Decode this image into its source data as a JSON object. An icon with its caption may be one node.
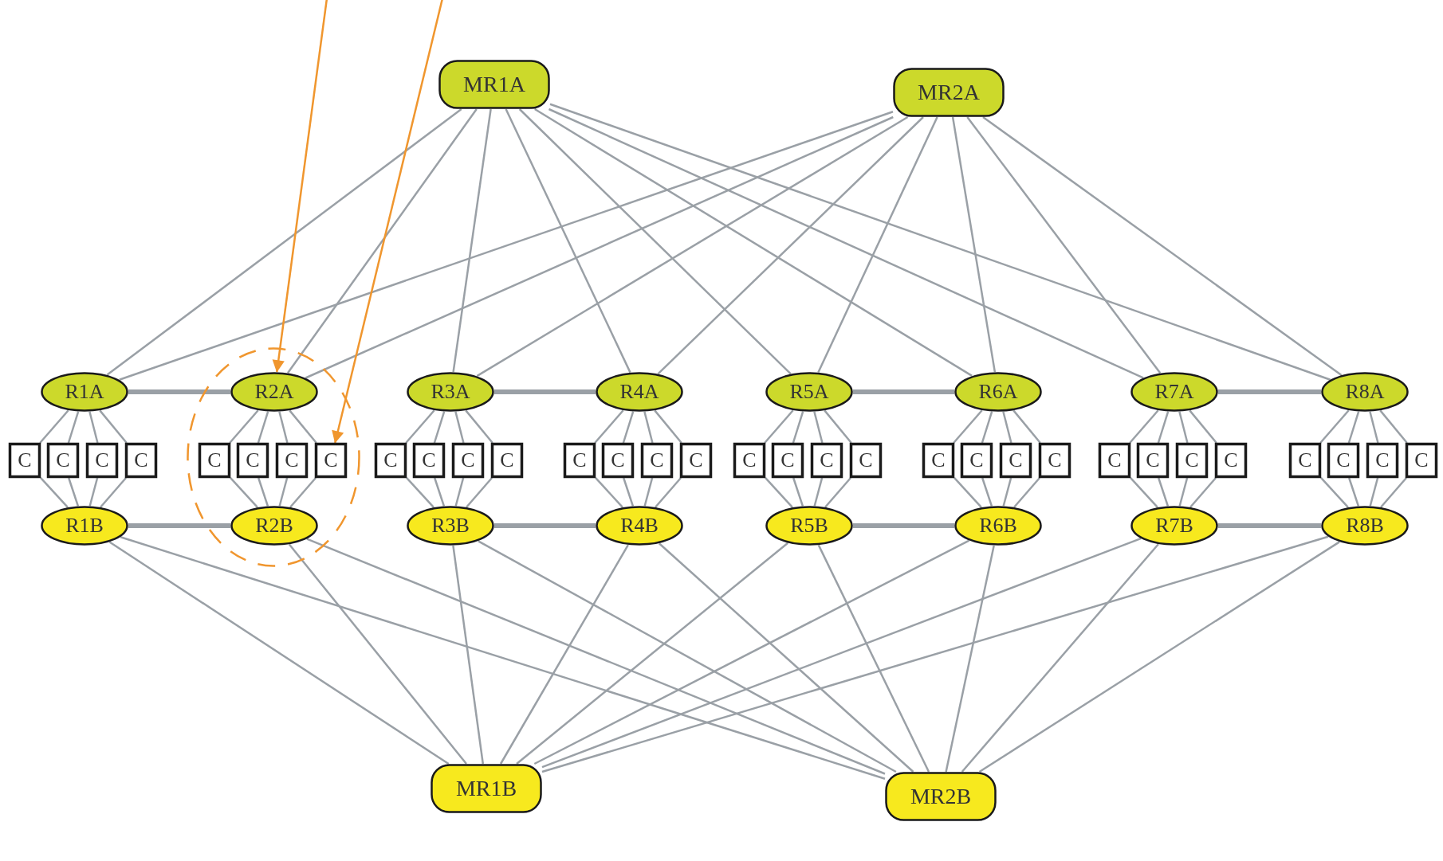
{
  "diagram": {
    "nodes": [
      {
        "text": [
          "MR1A"
        ]
      },
      {
        "text": [
          "MR2A"
        ]
      },
      {
        "text": [
          "R1A"
        ]
      },
      {
        "text": [],
        "shape": "circle"
      },
      {
        "text": [
          "R2A"
        ],
        "in": 3
      },
      {
        "text": [
          "R3A"
        ]
      },
      {
        "text": [
          "R4A"
        ]
      },
      {
        "text": [
          "R5A"
        ]
      },
      {
        "text": [
          "R6A"
        ]
      },
      {
        "text": [
          "R7A"
        ]
      },
      {
        "text": [
          "R8A"
        ]
      },
      {
        "text": [
          "C"
        ]
      },
      {
        "text": [
          "C"
        ]
      },
      {
        "text": [
          "C"
        ]
      },
      {
        "text": [
          "C"
        ]
      },
      {
        "text": [
          "C"
        ],
        "in": 3
      },
      {
        "text": [
          "C"
        ],
        "in": 3
      },
      {
        "text": [
          "C"
        ],
        "in": 3
      },
      {
        "text": [
          "C"
        ],
        "in": 3
      },
      {
        "text": [
          "C"
        ]
      },
      {
        "text": [
          "C"
        ]
      },
      {
        "text": [
          "C"
        ]
      },
      {
        "text": [
          "C"
        ]
      },
      {
        "text": [
          "C"
        ]
      },
      {
        "text": [
          "C"
        ]
      },
      {
        "text": [
          "C"
        ]
      },
      {
        "text": [
          "C"
        ]
      },
      {
        "text": [
          "C"
        ]
      },
      {
        "text": [
          "C"
        ]
      },
      {
        "text": [
          "C"
        ]
      },
      {
        "text": [
          "C"
        ]
      },
      {
        "text": [
          "C"
        ]
      },
      {
        "text": [
          "C"
        ]
      },
      {
        "text": [
          "C"
        ]
      },
      {
        "text": [
          "C"
        ]
      },
      {
        "text": [
          "C"
        ]
      },
      {
        "text": [
          "C"
        ]
      },
      {
        "text": [
          "C"
        ]
      },
      {
        "text": [
          "C"
        ]
      },
      {
        "text": [
          "C"
        ]
      },
      {
        "text": [
          "C"
        ]
      },
      {
        "text": [
          "C"
        ]
      },
      {
        "text": [
          "C"
        ]
      },
      {
        "text": [
          "R1B"
        ]
      },
      {
        "text": [
          "R2B"
        ],
        "in": 3
      },
      {
        "text": [
          "R3B"
        ]
      },
      {
        "text": [
          "R4B"
        ]
      },
      {
        "text": [
          "R5B"
        ]
      },
      {
        "text": [
          "R6B"
        ]
      },
      {
        "text": [
          "R7B"
        ]
      },
      {
        "text": [
          "R8B"
        ]
      },
      {
        "text": [
          "MR1B"
        ]
      },
      {
        "text": [
          "MR2B"
        ]
      }
    ],
    "edges": [
      {
        "from": 0,
        "to": 2,
        "arrow": "none"
      },
      {
        "from": 0,
        "to": 4,
        "arrow": "none"
      },
      {
        "from": 0,
        "to": 5,
        "arrow": "none"
      },
      {
        "from": 0,
        "to": 6,
        "arrow": "none"
      },
      {
        "from": 0,
        "to": 7,
        "arrow": "none"
      },
      {
        "from": 0,
        "to": 8,
        "arrow": "none"
      },
      {
        "from": 0,
        "to": 9,
        "arrow": "none"
      },
      {
        "from": 0,
        "to": 10,
        "arrow": "none"
      },
      {
        "from": 1,
        "to": 2,
        "arrow": "none"
      },
      {
        "from": 1,
        "to": 4,
        "arrow": "none"
      },
      {
        "from": 1,
        "to": 5,
        "arrow": "none"
      },
      {
        "from": 1,
        "to": 6,
        "arrow": "none"
      },
      {
        "from": 1,
        "to": 7,
        "arrow": "none"
      },
      {
        "from": 1,
        "to": 8,
        "arrow": "none"
      },
      {
        "from": 1,
        "to": 9,
        "arrow": "none"
      },
      {
        "from": 1,
        "to": 10,
        "arrow": "none"
      },
      {
        "from": 2,
        "to": 4,
        "arrow": "none",
        "style": "thick"
      },
      {
        "from": 5,
        "to": 6,
        "arrow": "none",
        "style": "thick"
      },
      {
        "from": 7,
        "to": 8,
        "arrow": "none",
        "style": "thick"
      },
      {
        "from": 9,
        "to": 10,
        "arrow": "none",
        "style": "thick"
      },
      {
        "from": 2,
        "to": 11,
        "arrow": "none"
      },
      {
        "from": 2,
        "to": 12,
        "arrow": "none"
      },
      {
        "from": 2,
        "to": 13,
        "arrow": "none"
      },
      {
        "from": 2,
        "to": 14,
        "arrow": "none"
      },
      {
        "from": 4,
        "to": 15,
        "arrow": "none"
      },
      {
        "from": 4,
        "to": 16,
        "arrow": "none"
      },
      {
        "from": 4,
        "to": 17,
        "arrow": "none"
      },
      {
        "from": 4,
        "to": 18,
        "arrow": "none"
      },
      {
        "from": 5,
        "to": 19,
        "arrow": "none"
      },
      {
        "from": 5,
        "to": 20,
        "arrow": "none"
      },
      {
        "from": 5,
        "to": 21,
        "arrow": "none"
      },
      {
        "from": 5,
        "to": 22,
        "arrow": "none"
      },
      {
        "from": 6,
        "to": 23,
        "arrow": "none"
      },
      {
        "from": 6,
        "to": 24,
        "arrow": "none"
      },
      {
        "from": 6,
        "to": 25,
        "arrow": "none"
      },
      {
        "from": 6,
        "to": 26,
        "arrow": "none"
      },
      {
        "from": 7,
        "to": 27,
        "arrow": "none"
      },
      {
        "from": 7,
        "to": 28,
        "arrow": "none"
      },
      {
        "from": 7,
        "to": 29,
        "arrow": "none"
      },
      {
        "from": 7,
        "to": 30,
        "arrow": "none"
      },
      {
        "from": 8,
        "to": 31,
        "arrow": "none"
      },
      {
        "from": 8,
        "to": 32,
        "arrow": "none"
      },
      {
        "from": 8,
        "to": 33,
        "arrow": "none"
      },
      {
        "from": 8,
        "to": 34,
        "arrow": "none"
      },
      {
        "from": 9,
        "to": 35,
        "arrow": "none"
      },
      {
        "from": 9,
        "to": 36,
        "arrow": "none"
      },
      {
        "from": 9,
        "to": 37,
        "arrow": "none"
      },
      {
        "from": 9,
        "to": 38,
        "arrow": "none"
      },
      {
        "from": 10,
        "to": 39,
        "arrow": "none"
      },
      {
        "from": 10,
        "to": 40,
        "arrow": "none"
      },
      {
        "from": 10,
        "to": 41,
        "arrow": "none"
      },
      {
        "from": 10,
        "to": 42,
        "arrow": "none"
      },
      {
        "from": 11,
        "to": 43,
        "arrow": "none"
      },
      {
        "from": 12,
        "to": 43,
        "arrow": "none"
      },
      {
        "from": 13,
        "to": 43,
        "arrow": "none"
      },
      {
        "from": 14,
        "to": 43,
        "arrow": "none"
      },
      {
        "from": 15,
        "to": 44,
        "arrow": "none"
      },
      {
        "from": 16,
        "to": 44,
        "arrow": "none"
      },
      {
        "from": 17,
        "to": 44,
        "arrow": "none"
      },
      {
        "from": 18,
        "to": 44,
        "arrow": "none"
      },
      {
        "from": 19,
        "to": 45,
        "arrow": "none"
      },
      {
        "from": 20,
        "to": 45,
        "arrow": "none"
      },
      {
        "from": 21,
        "to": 45,
        "arrow": "none"
      },
      {
        "from": 22,
        "to": 45,
        "arrow": "none"
      },
      {
        "from": 23,
        "to": 46,
        "arrow": "none"
      },
      {
        "from": 24,
        "to": 46,
        "arrow": "none"
      },
      {
        "from": 25,
        "to": 46,
        "arrow": "none"
      },
      {
        "from": 26,
        "to": 46,
        "arrow": "none"
      },
      {
        "from": 27,
        "to": 47,
        "arrow": "none"
      },
      {
        "from": 28,
        "to": 47,
        "arrow": "none"
      },
      {
        "from": 29,
        "to": 47,
        "arrow": "none"
      },
      {
        "from": 30,
        "to": 47,
        "arrow": "none"
      },
      {
        "from": 31,
        "to": 48,
        "arrow": "none"
      },
      {
        "from": 32,
        "to": 48,
        "arrow": "none"
      },
      {
        "from": 33,
        "to": 48,
        "arrow": "none"
      },
      {
        "from": 34,
        "to": 48,
        "arrow": "none"
      },
      {
        "from": 35,
        "to": 49,
        "arrow": "none"
      },
      {
        "from": 36,
        "to": 49,
        "arrow": "none"
      },
      {
        "from": 37,
        "to": 49,
        "arrow": "none"
      },
      {
        "from": 38,
        "to": 49,
        "arrow": "none"
      },
      {
        "from": 39,
        "to": 50,
        "arrow": "none"
      },
      {
        "from": 40,
        "to": 50,
        "arrow": "none"
      },
      {
        "from": 41,
        "to": 50,
        "arrow": "none"
      },
      {
        "from": 42,
        "to": 50,
        "arrow": "none"
      },
      {
        "from": 43,
        "to": 44,
        "arrow": "none",
        "style": "thick"
      },
      {
        "from": 45,
        "to": 46,
        "arrow": "none",
        "style": "thick"
      },
      {
        "from": 47,
        "to": 48,
        "arrow": "none",
        "style": "thick"
      },
      {
        "from": 49,
        "to": 50,
        "arrow": "none",
        "style": "thick"
      },
      {
        "from": 43,
        "to": 51,
        "arrow": "none"
      },
      {
        "from": 44,
        "to": 51,
        "arrow": "none"
      },
      {
        "from": 45,
        "to": 51,
        "arrow": "none"
      },
      {
        "from": 46,
        "to": 51,
        "arrow": "none"
      },
      {
        "from": 47,
        "to": 51,
        "arrow": "none"
      },
      {
        "from": 48,
        "to": 51,
        "arrow": "none"
      },
      {
        "from": 49,
        "to": 51,
        "arrow": "none"
      },
      {
        "from": 50,
        "to": 51,
        "arrow": "none"
      },
      {
        "from": 43,
        "to": 52,
        "arrow": "none"
      },
      {
        "from": 44,
        "to": 52,
        "arrow": "none"
      },
      {
        "from": 45,
        "to": 52,
        "arrow": "none"
      },
      {
        "from": 46,
        "to": 52,
        "arrow": "none"
      },
      {
        "from": 47,
        "to": 52,
        "arrow": "none"
      },
      {
        "from": 48,
        "to": 52,
        "arrow": "none"
      },
      {
        "from": 49,
        "to": 52,
        "arrow": "none"
      },
      {
        "from": 50,
        "to": 52,
        "arrow": "none"
      },
      {
        "from": null,
        "to": 4,
        "arrow": "to",
        "color": "#f0962e"
      },
      {
        "from": null,
        "to": 18,
        "arrow": "to",
        "color": "#f0962e"
      }
    ]
  }
}
